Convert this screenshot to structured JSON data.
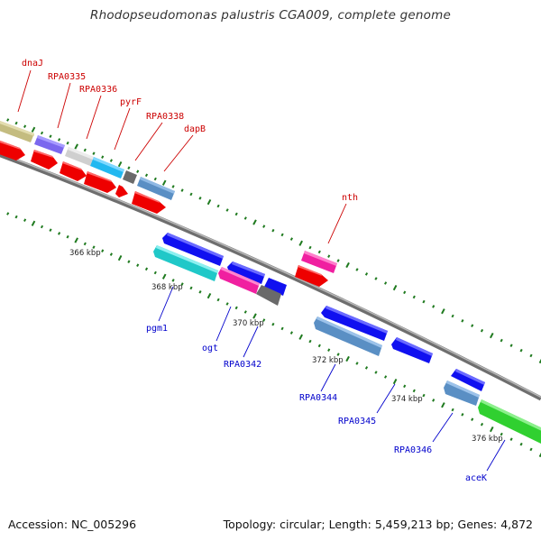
{
  "header": {
    "title": "Rhodopseudomonas palustris CGA009, complete genome"
  },
  "footer": {
    "accession": "Accession: NC_005296",
    "stats": "Topology: circular; Length: 5,459,213 bp; Genes: 4,872"
  },
  "legend_colors": {
    "forward_label": "#cc0000",
    "reverse_label": "#0000cc",
    "backbone": "#8a8a8a",
    "tick": "#1f7a1f"
  },
  "kbp_labels": [
    "366 kbp",
    "368 kbp",
    "370 kbp",
    "372 kbp",
    "374 kbp",
    "376 kbp"
  ],
  "forward_genes": [
    {
      "name": "dnaJ",
      "color": "#c4bc80"
    },
    {
      "name": "RPA0335",
      "color": "#7b68ee"
    },
    {
      "name": "RPA0336",
      "color": "#cfcfcf"
    },
    {
      "name": "pyrF",
      "color": "#22b8f0"
    },
    {
      "name": "RPA0338",
      "color": "#6a6a6a"
    },
    {
      "name": "dapB",
      "color": "#5a8fc4"
    },
    {
      "name": "nth",
      "color": "#f020a0"
    }
  ],
  "reverse_genes": [
    {
      "name": "pgm1",
      "color": "#20c8c8"
    },
    {
      "name": "ogt",
      "color": "#f020a0"
    },
    {
      "name": "RPA0342",
      "color": "#6a6a6a"
    },
    {
      "name": "RPA0344",
      "color": "#5a8fc4"
    },
    {
      "name": "RPA0345",
      "color": "#1010f0"
    },
    {
      "name": "RPA0346",
      "color": "#5a8fc4"
    },
    {
      "name": "aceK",
      "color": "#30d030"
    }
  ]
}
